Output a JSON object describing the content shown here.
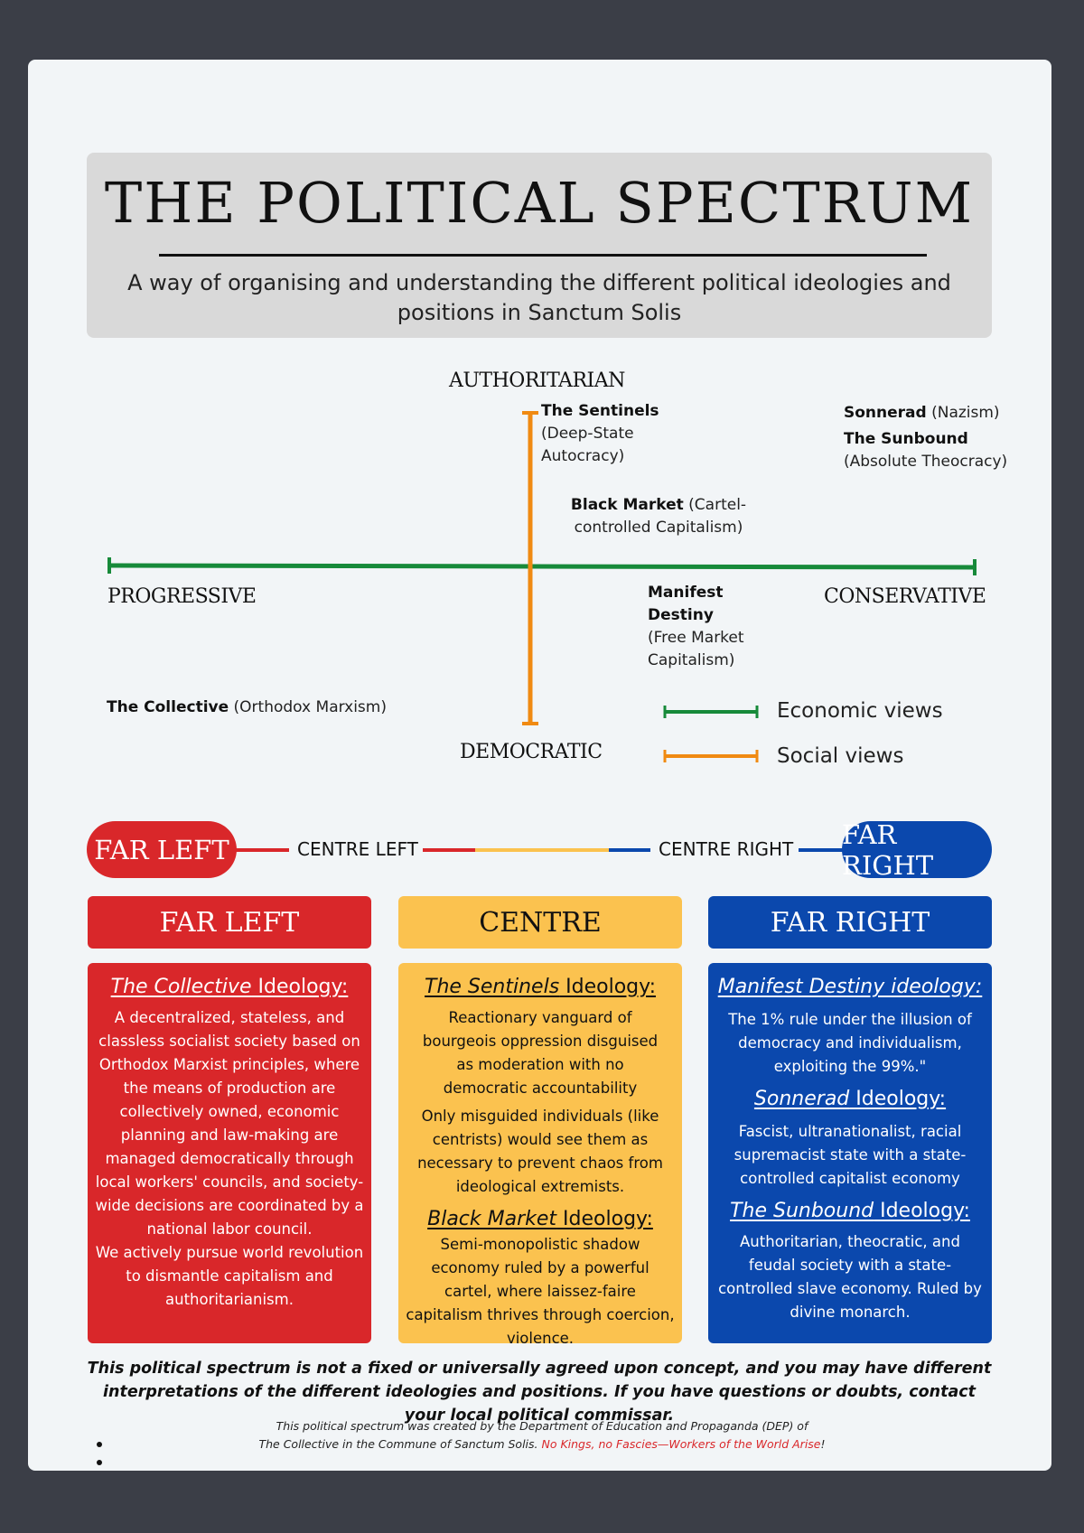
{
  "colors": {
    "far_left": "#d9272a",
    "centre": "#fbc24f",
    "far_right": "#0b48ad",
    "economic_axis": "#178a3a",
    "social_axis": "#f08a12"
  },
  "header": {
    "title": "THE POLITICAL SPECTRUM",
    "subtitle": "A way of organising and understanding the different political ideologies and positions in Sanctum Solis"
  },
  "axes": {
    "top": "AUTHORITARIAN",
    "bottom": "DEMOCRATIC",
    "left": "PROGRESSIVE",
    "right": "CONSERVATIVE"
  },
  "ideologies": {
    "sentinels": {
      "name": "The Sentinels",
      "desc": "(Deep-State Autocracy)"
    },
    "sonnerad": {
      "name": "Sonnerad",
      "desc": "(Nazism)"
    },
    "sunbound": {
      "name": "The Sunbound",
      "desc": "(Absolute Theocracy)"
    },
    "black_market": {
      "name": "Black Market",
      "desc": "(Cartel-controlled Capitalism)"
    },
    "manifest_destiny": {
      "name": "Manifest Destiny",
      "desc": "(Free Market Capitalism)"
    },
    "collective": {
      "name": "The Collective",
      "desc": "(Orthodox Marxism)"
    }
  },
  "legend": {
    "economic": "Economic views",
    "social": "Social views"
  },
  "scale": {
    "far_left": "FAR LEFT",
    "centre_left": "CENTRE LEFT",
    "centre_right": "CENTRE RIGHT",
    "far_right": "FAR RIGHT"
  },
  "columns": {
    "left": {
      "heading": "FAR LEFT",
      "blocks": [
        {
          "name": "The Collective",
          "suffix": " Ideology:",
          "text": "A decentralized, stateless, and classless socialist society based on Orthodox Marxist principles, where the means of production are collectively owned, economic planning and law-making are managed democratically through local workers' councils, and society-wide decisions are coordinated by a national labor council.",
          "text2": "We actively pursue world revolution to dismantle capitalism and authoritarianism."
        }
      ]
    },
    "centre": {
      "heading": "CENTRE",
      "blocks": [
        {
          "name": "The Sentinels",
          "suffix": " Ideology:",
          "text": "Reactionary vanguard of bourgeois oppression disguised as moderation with no democratic accountability",
          "text2": "Only misguided individuals (like centrists) would see them as necessary to prevent chaos from ideological extremists."
        },
        {
          "name": "Black Market",
          "suffix": " Ideology:",
          "text": "Semi-monopolistic shadow economy ruled by a powerful cartel, where laissez-faire capitalism thrives through coercion, violence."
        }
      ]
    },
    "right": {
      "heading": "FAR RIGHT",
      "blocks": [
        {
          "name": "Manifest Destiny ideology:",
          "suffix": "",
          "text": "The 1% rule under the illusion of democracy and individualism, exploiting the 99%.\""
        },
        {
          "name": "Sonnerad",
          "suffix": " Ideology:",
          "text": "Fascist, ultranationalist, racial supremacist state with a state-controlled capitalist economy"
        },
        {
          "name": "The Sunbound",
          "suffix": " Ideology:",
          "text": "Authoritarian, theocratic, and feudal society with a state-controlled slave economy. Ruled by divine monarch."
        }
      ]
    }
  },
  "footer": {
    "disclaimer": "This political spectrum is not a fixed or universally agreed upon concept, and you may have different interpretations of the different ideologies and positions. If you have questions or doubts, contact your local political commissar.",
    "credit_line1": "This political spectrum was created by the Department of Education and Propaganda (DEP) of",
    "credit_line2": "The Collective in the Commune of Sanctum Solis. ",
    "slogan": "No Kings, no Fascies—Workers of the World Arise",
    "slogan_end": "!"
  }
}
